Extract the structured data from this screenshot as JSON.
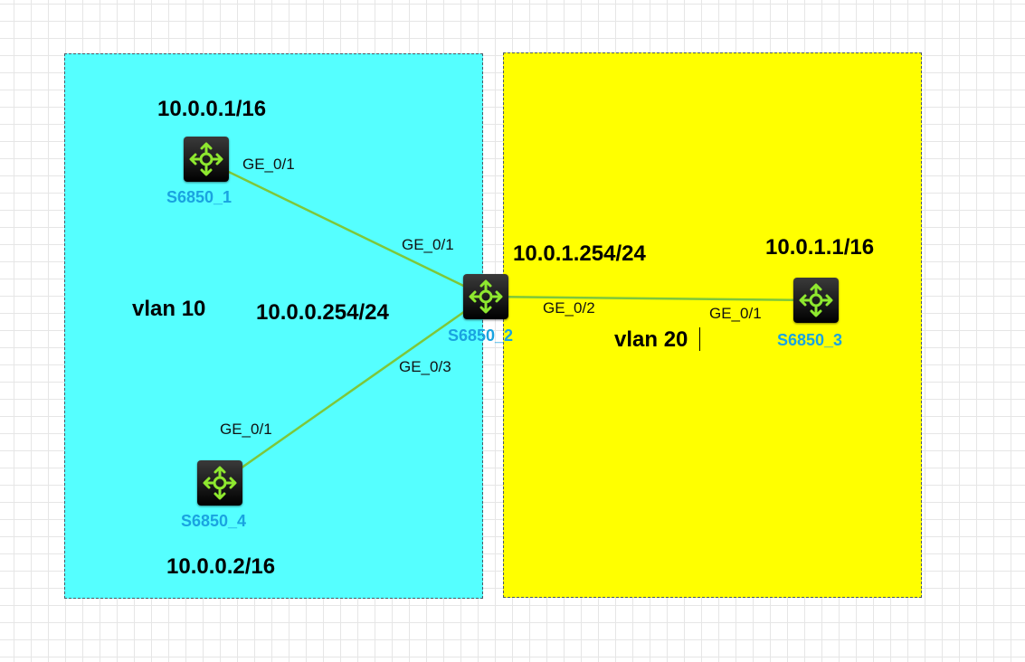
{
  "colors": {
    "vlan10_fill": "#55ffff",
    "vlan20_fill": "#ffff00",
    "link": "#7ec73a",
    "device_label": "#1aa3e0",
    "device_glyph": "#8ee82f"
  },
  "zones": {
    "vlan10": {
      "label": "vlan 10"
    },
    "vlan20": {
      "label": "vlan 20"
    }
  },
  "devices": {
    "s1": {
      "name": "S6850_1",
      "ip": "10.0.0.1/16",
      "icon": "router-icon"
    },
    "s2": {
      "name": "S6850_2",
      "ip_vlan10": "10.0.0.254/24",
      "ip_vlan20": "10.0.1.254/24",
      "icon": "router-icon"
    },
    "s3": {
      "name": "S6850_3",
      "ip": "10.0.1.1/16",
      "icon": "router-icon"
    },
    "s4": {
      "name": "S6850_4",
      "ip": "10.0.0.2/16",
      "icon": "router-icon"
    }
  },
  "links": [
    {
      "from": "S6850_1",
      "from_port": "GE_0/1",
      "to": "S6850_2",
      "to_port": "GE_0/1"
    },
    {
      "from": "S6850_2",
      "from_port": "GE_0/2",
      "to": "S6850_3",
      "to_port": "GE_0/1"
    },
    {
      "from": "S6850_2",
      "from_port": "GE_0/3",
      "to": "S6850_4",
      "to_port": "GE_0/1"
    }
  ]
}
